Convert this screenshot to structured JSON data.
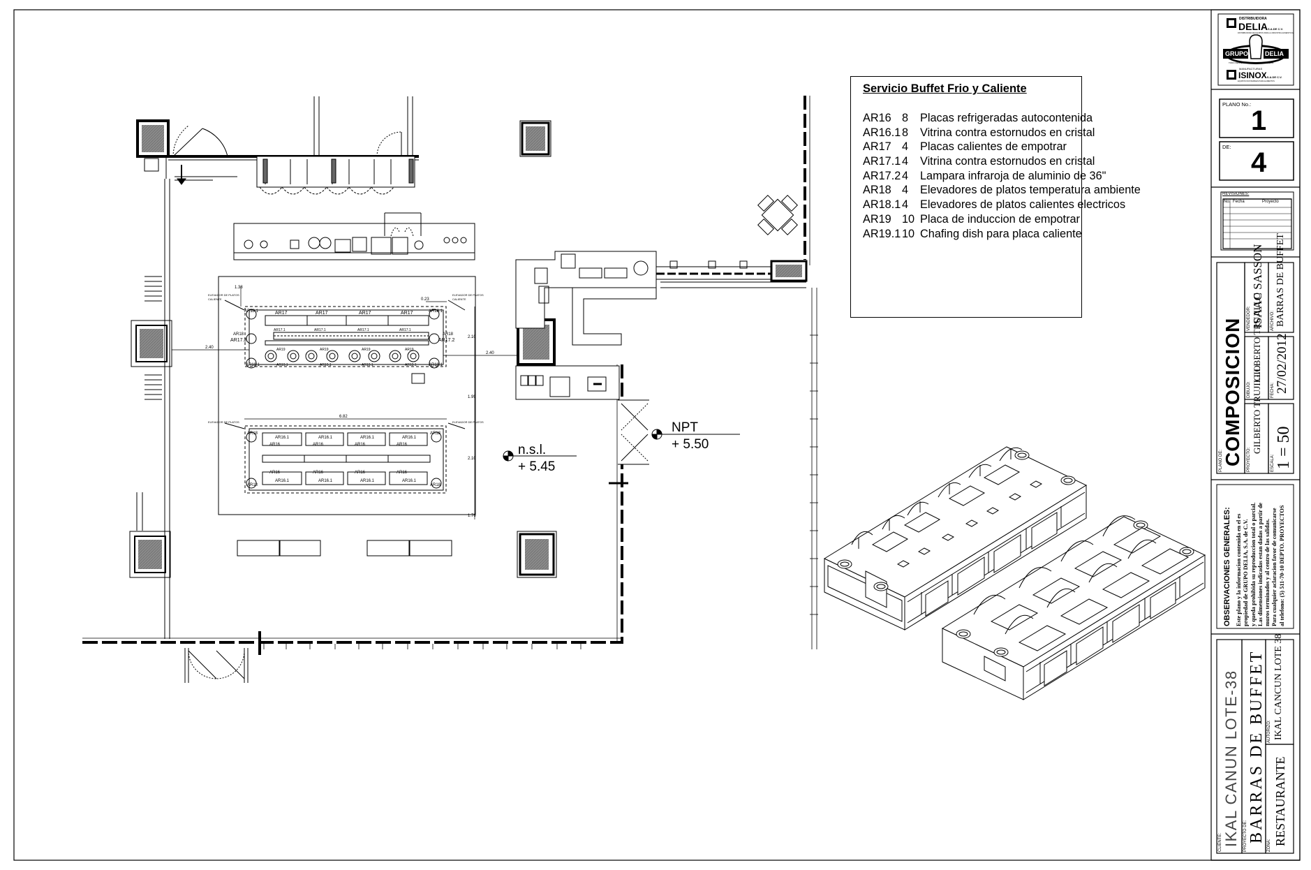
{
  "legend": {
    "title": "Servicio Buffet Frio y Caliente",
    "rows": [
      {
        "code": "AR16",
        "qty": "8",
        "desc": "Placas refrigeradas autocontenida"
      },
      {
        "code": "AR16.1",
        "qty": "8",
        "desc": "Vitrina contra estornudos en cristal"
      },
      {
        "code": "AR17",
        "qty": "4",
        "desc": "Placas calientes  de empotrar"
      },
      {
        "code": "AR17.1",
        "qty": "4",
        "desc": "Vitrina contra estornudos en cristal"
      },
      {
        "code": "AR17.2",
        "qty": "4",
        "desc": "Lampara infraroja de aluminio de 36\""
      },
      {
        "code": "AR18",
        "qty": "4",
        "desc": "Elevadores de platos temperatura ambiente"
      },
      {
        "code": "AR18.1",
        "qty": "4",
        "desc": "Elevadores de platos calientes electricos"
      },
      {
        "code": "AR19",
        "qty": "10",
        "desc": "Placa de induccion de empotrar"
      },
      {
        "code": "AR19.1",
        "qty": "10",
        "desc": "Chafing dish para placa caliente"
      }
    ]
  },
  "levels": {
    "npt_label": "NPT",
    "npt_value": "+ 5.50",
    "nsl_label": "n.s.l.",
    "nsl_value": "+ 5.45"
  },
  "plan_dims": {
    "d138": "1.38",
    "d240_left": "2.40",
    "d240_right": "2.40",
    "d210_a": "2.10",
    "d199": "1.99",
    "d210_b": "2.10",
    "d176": "1.76",
    "d682": "6.82",
    "d023": "0.23"
  },
  "plan_labels": {
    "elevador_a": "ELEVADOR DE PLATOS",
    "elevador_b": "CALIENTE",
    "ar17": "AR17",
    "ar17_2": "AR17.2",
    "ar18": "AR18",
    "ar18_1": "AR18.1",
    "ar19": "AR19",
    "ar19_1": "AR19.1",
    "ar16": "AR16",
    "ar16_1": "AR16.1",
    "ar17_1": "AR17.1"
  },
  "title_block": {
    "logo_top": "DISTRIBUIDORA",
    "logo_brand": "DELIA",
    "logo_brand_suffix": "S.A.DE C.V.",
    "logo_top_sub": "DISTRIBUIDORA DE EQUIPOS PARA LA INDUSTRIA ALIMENTICIA",
    "logo_group_left": "GRUPO",
    "logo_group_right": "DELIA",
    "logo_mid_sub": "TODO DESDE SU DISENO HASTA LA COCINA",
    "logo_bottom_top": "MANUFACTURAS",
    "logo_bottom_brand": "ISINOX",
    "logo_bottom_suffix": "S.A.DE C.V.",
    "logo_bottom_sub": "EQUIPOS INOXIDABLES PARA ALIMENTOS",
    "plano_no_label": "PLANO No.:",
    "plano_no_value": "1",
    "de_label": "DE:",
    "de_value": "4",
    "revisiones_label": "REVISIONES:",
    "rev_no": "No.",
    "rev_fecha": "Fecha",
    "rev_proyecto": "Proyecto",
    "plano_de_label": "PLANO DE:",
    "plano_de_value": "COMPOSICION",
    "vendedor_label": "VENDEDOR:",
    "vendedor_value": "ISAAC SASSON",
    "archivo_label": "ARCHIVO:",
    "archivo_value": "BARRAS DE BUFFET",
    "dibujo_label": "DIBUJO:",
    "dibujo_value": "GILBERTO TRUJILLO",
    "fecha_label": "FECHA:",
    "fecha_value": "27/02/2012",
    "proyecto_label": "PROYECTO:",
    "proyecto_value": "GILBERTO TRUJILLO",
    "escala_label": "ESCALA:",
    "escala_value": "1 = 50",
    "obs_title": "OBSERVACIONES GENERALES:",
    "obs_lines": [
      "Este plano y la informacion contenida en el es",
      "propiedad de GRUPO DELIA, S.A. de C.V.",
      "y queda prohibida su reproduccion total o parcial.",
      "Las dimensiones indicadas estan dadas a partir de",
      "muros terminados y al centro de las salidas.",
      "Para cualquier aclaracion favor de comunicarse",
      "al telefono: (5) 511-70-10 DEPTO. PROYECTOS"
    ],
    "cliente_label": "CLIENTE:",
    "cliente_value": "IKAL CANUN LOTE-38",
    "proyecto_de_label": "PROYECTO DE:",
    "proyecto_de_value": "BARRAS DE BUFFET",
    "autorizo_label": "AUTORIZO:",
    "autorizo_value": "IKAL CANCUN LOTE 38",
    "zona_label": "ZONA:",
    "zona_value": "RESTAURANTE"
  }
}
